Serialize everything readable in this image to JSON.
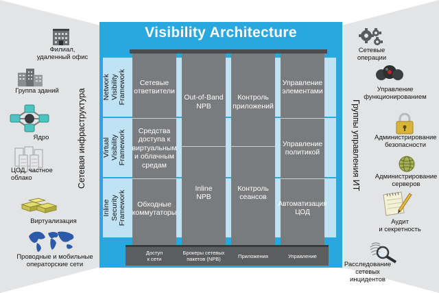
{
  "title": "Visibility Architecture",
  "left_caption": "Сетевая инфраструктура",
  "right_caption": "Группы управления ИТ",
  "left_items": [
    {
      "label": "Филиал,\nудаленный офис",
      "icon": "office-building-icon"
    },
    {
      "label": "Группа зданий",
      "icon": "buildings-group-icon"
    },
    {
      "label": "Ядро",
      "icon": "network-core-icon"
    },
    {
      "label": "ЦОД, частное\nоблако",
      "icon": "datacenter-servers-icon"
    },
    {
      "label": "Виртуализация",
      "icon": "virtualization-blocks-icon"
    },
    {
      "label": "Проводные и мобильные\nоператорские сети",
      "icon": "world-map-icon"
    }
  ],
  "right_items": [
    {
      "label": "Сетевые\nоперации",
      "icon": "gears-icon"
    },
    {
      "label": "Управление\nфункционированием",
      "icon": "spheres-icon"
    },
    {
      "label": "Администрирование\nбезопасности",
      "icon": "padlock-icon"
    },
    {
      "label": "Администрирование\nсерверов",
      "icon": "globe-icon"
    },
    {
      "label": "Аудит\nи секретность",
      "icon": "notepad-pencil-icon"
    },
    {
      "label": "Расследование\nсетевых\nинцидентов",
      "icon": "magnifier-fingerprint-icon"
    }
  ],
  "frameworks": [
    "Network\nVisibility\nFramework",
    "Virtual\nVisibility\nFramework",
    "Inline\nSecurity\nFramework"
  ],
  "columns": {
    "access": [
      "Сетевые\nответвители",
      "Средства\nдоступа к\nвиртуальным\nи облачным\nсредам",
      "Обходные\nкоммутаторы"
    ],
    "npb": [
      "Out-of-Band\nNPB",
      "Inline\nNPB"
    ],
    "apps": [
      "Контроль\nприложений",
      "Контроль\nсеансов"
    ],
    "mgmt": [
      "Управление\nэлементами",
      "Управление\nполитикой",
      "Автоматизация\nЦОД"
    ]
  },
  "base_labels": [
    "Доступ\nк сети",
    "Брокеры сетевых\nпакетов (NPB)",
    "Приложения",
    "Управление"
  ],
  "colors": {
    "frame": "#29a7df",
    "band": "#bfe3f4",
    "column": "#7a7b7d",
    "column_top": "#4b4c4e",
    "side_panel": "#dfe0e1"
  }
}
